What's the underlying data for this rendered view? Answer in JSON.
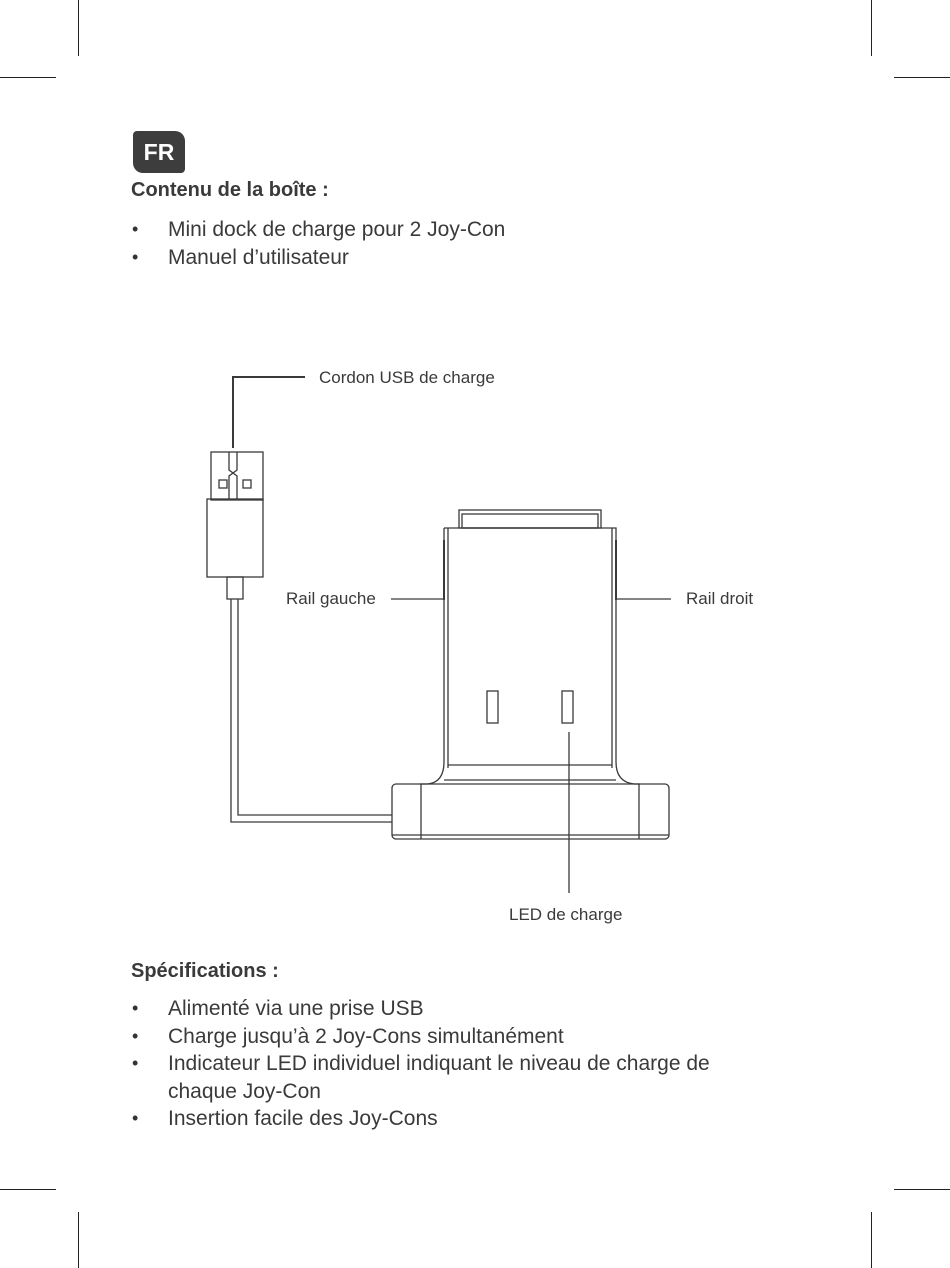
{
  "language_badge": "FR",
  "contents": {
    "heading": "Contenu de la boîte :",
    "items": [
      "Mini dock de charge pour 2 Joy-Con",
      "Manuel d’utilisateur"
    ]
  },
  "diagram": {
    "labels": {
      "cable": "Cordon USB de charge",
      "left_rail": "Rail gauche",
      "right_rail": "Rail droit",
      "led": "LED de charge"
    }
  },
  "specifications": {
    "heading": "Spécifications :",
    "items": [
      "Alimenté via une prise USB",
      "Charge jusqu’à 2 Joy-Cons simultanément",
      "Indicateur LED individuel indiquant le niveau de charge de chaque Joy-Con",
      "Insertion facile des Joy-Cons"
    ]
  }
}
